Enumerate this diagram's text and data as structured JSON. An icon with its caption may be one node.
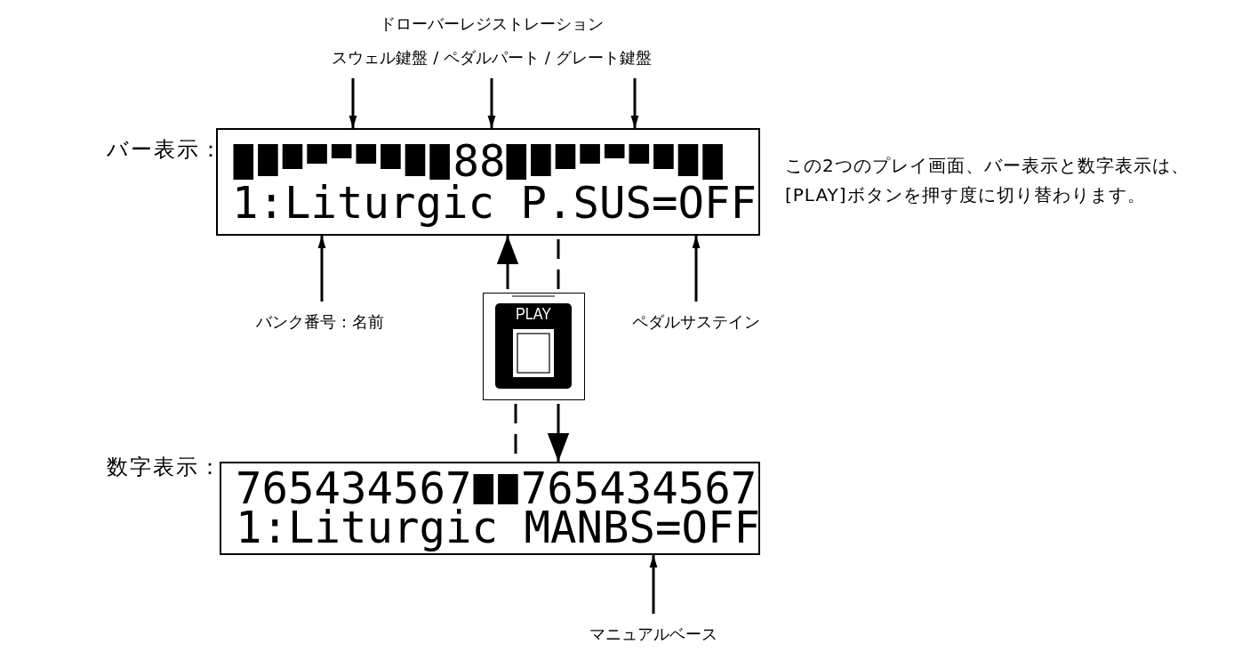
{
  "diagram": {
    "nodes": [
      {
        "text": [
          "ドローバーレジストレーション",
          "スウェル鍵盤 / ペダルパート / グレート鍵盤"
        ]
      },
      {
        "text": [
          "88",
          "1:Liturgic P.SUS=OFF"
        ]
      },
      {
        "text": [
          "バンク番号：名前"
        ]
      },
      {
        "text": [
          "PLAY"
        ]
      },
      {
        "text": [
          "ペダルサステイン"
        ]
      },
      {
        "text": [
          "765434567",
          "765434567",
          "1:Liturgic MANBS=OFF"
        ]
      },
      {
        "text": [
          "マニュアルベース"
        ]
      }
    ],
    "edges": [
      {
        "from": 0,
        "to": 1,
        "arrow": "to"
      },
      {
        "from": 0,
        "to": 1,
        "arrow": "to"
      },
      {
        "from": 0,
        "to": 1,
        "arrow": "to"
      },
      {
        "from": 2,
        "to": 1,
        "arrow": "to"
      },
      {
        "from": 3,
        "to": 1,
        "arrow": "to"
      },
      {
        "from": 1,
        "to": 3,
        "arrow": "none",
        "style": "dashed"
      },
      {
        "from": 3,
        "to": 5,
        "arrow": "none",
        "style": "dashed"
      },
      {
        "from": 3,
        "to": 5,
        "arrow": "to"
      },
      {
        "from": 4,
        "to": 1,
        "arrow": "to"
      },
      {
        "from": 6,
        "to": 5,
        "arrow": "to"
      }
    ],
    "labels": [
      "バー表示：",
      "数字表示：",
      "この2つのプレイ画面、バー表示と数字表示は、[PLAY]ボタンを押す度に切り替わります。"
    ]
  }
}
